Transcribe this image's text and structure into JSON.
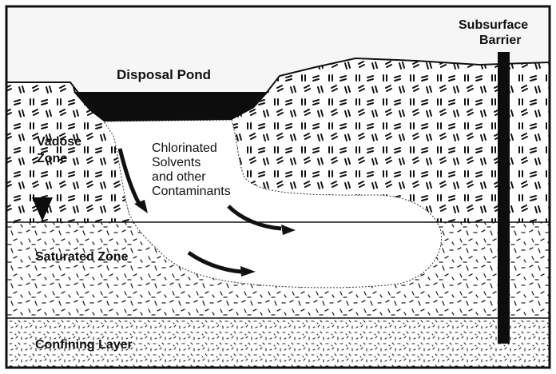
{
  "labels": {
    "disposal_pond": "Disposal Pond",
    "subsurface_barrier_line1": "Subsurface",
    "subsurface_barrier_line2": "Barrier",
    "vadose_zone_line1": "Vadose",
    "vadose_zone_line2": "Zone",
    "plume_line1": "Chlorinated",
    "plume_line2": "Solvents",
    "plume_line3": "and other",
    "plume_line4": "Contaminants",
    "saturated_zone": "Saturated Zone",
    "confining_layer": "Confining Layer"
  },
  "colors": {
    "background": "#ffffff",
    "ink": "#111111",
    "sky": "#f6f6f6"
  }
}
